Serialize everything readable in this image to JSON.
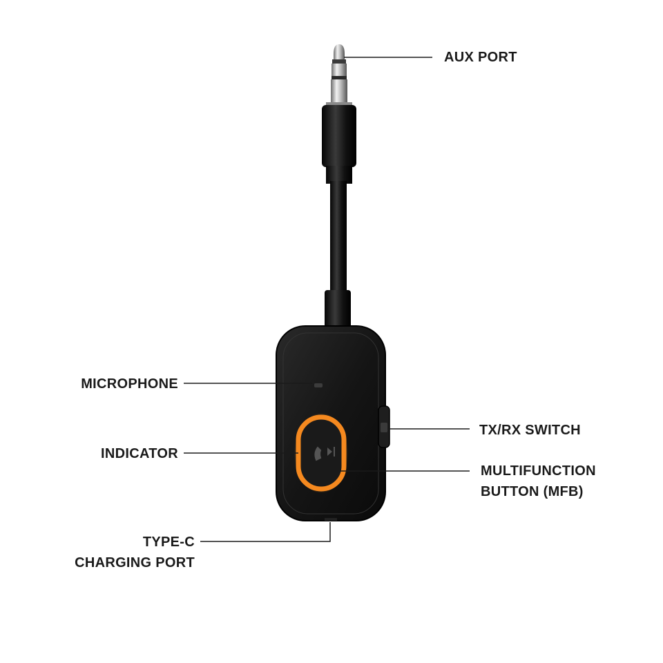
{
  "labels": {
    "aux_port": "AUX PORT",
    "microphone": "MICROPHONE",
    "indicator": "INDICATOR",
    "tx_rx_switch": "TX/RX SWITCH",
    "mfb_line1": "MULTIFUNCTION",
    "mfb_line2": "BUTTON (MFB)",
    "typec_line1": "TYPE-C",
    "typec_line2": "CHARGING PORT"
  },
  "colors": {
    "indicator_ring": "#f5891f",
    "body": "#151515",
    "line": "#1a1a1a"
  },
  "icons": {
    "mfb": "phone-play-pause-icon"
  }
}
